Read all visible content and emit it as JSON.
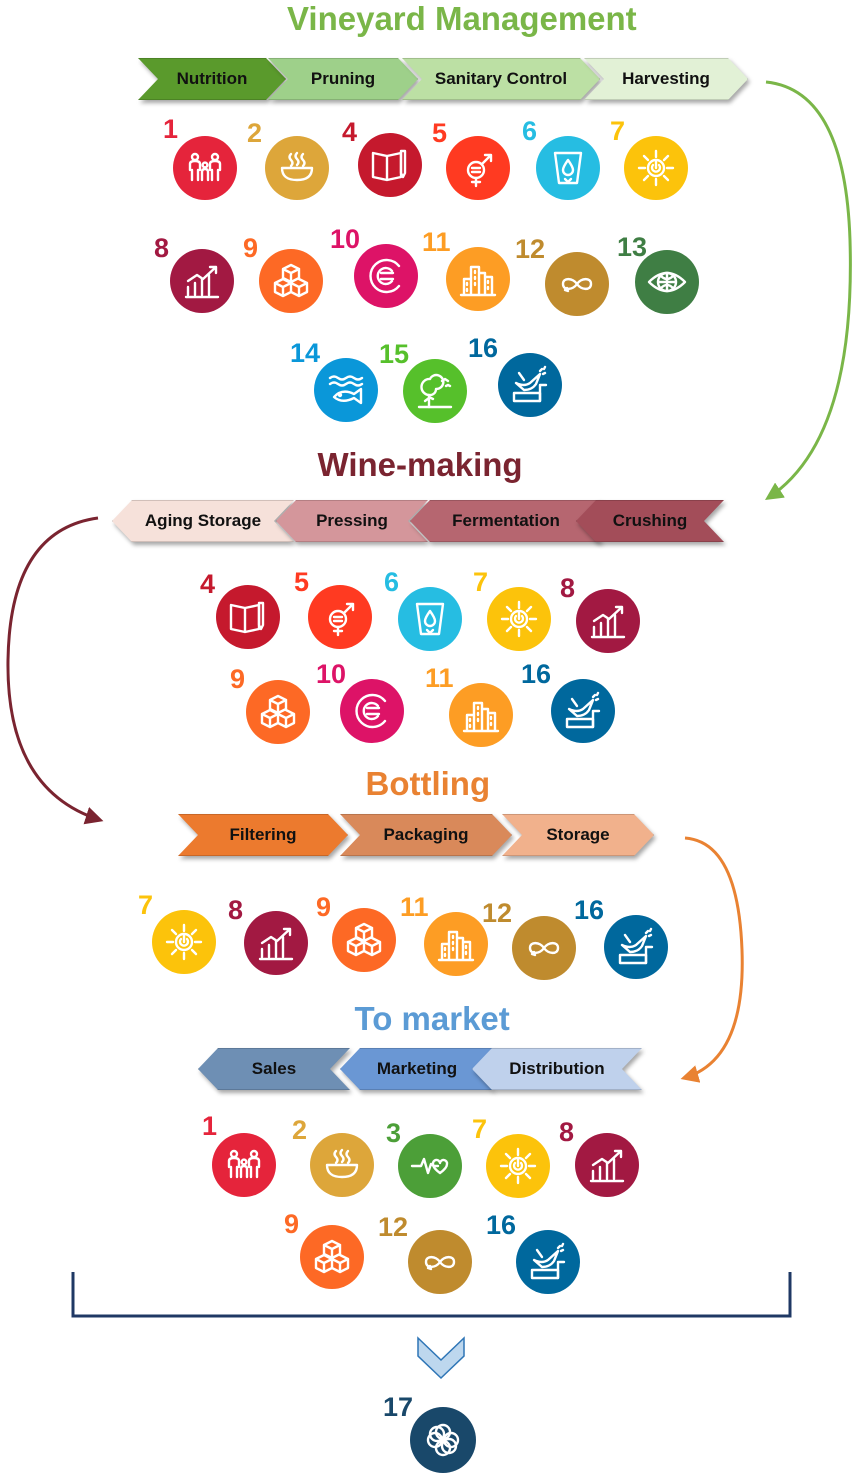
{
  "goal_colors": {
    "1": "#E5243B",
    "2": "#DDA63A",
    "3": "#4C9F38",
    "4": "#C5192D",
    "5": "#FF3A21",
    "6": "#26BDE2",
    "7": "#FCC30B",
    "8": "#A21942",
    "9": "#FD6925",
    "10": "#DD1367",
    "11": "#FD9D24",
    "12": "#BF8B2E",
    "13": "#3F7E44",
    "14": "#0A97D9",
    "15": "#56C02B",
    "16": "#00689D",
    "17": "#19486A"
  },
  "goal_icons": {
    "1": "family-icon",
    "2": "bowl-icon",
    "3": "heartbeat-icon",
    "4": "book-icon",
    "5": "gender-equality-icon",
    "6": "water-glass-icon",
    "7": "sun-power-icon",
    "8": "growth-chart-icon",
    "9": "cubes-icon",
    "10": "equality-icon",
    "11": "city-buildings-icon",
    "12": "infinity-icon",
    "13": "eye-globe-icon",
    "14": "fish-icon",
    "15": "tree-icon",
    "16": "dove-icon",
    "17": "flower-rings-icon"
  },
  "sections": [
    {
      "title": "Vineyard Management",
      "title_color": "#7AB648",
      "direction": "right",
      "steps": [
        {
          "label": "Nutrition",
          "color": "#5A9A2C"
        },
        {
          "label": "Pruning",
          "color": "#9ED08A"
        },
        {
          "label": "Sanitary Control",
          "color": "#BCE0A4"
        },
        {
          "label": "Harvesting",
          "color": "#E2F1D6"
        }
      ],
      "goal_rows": [
        [
          "1",
          "2",
          "4",
          "5",
          "6",
          "7"
        ],
        [
          "8",
          "9",
          "10",
          "11",
          "12",
          "13"
        ],
        [
          "14",
          "15",
          "16"
        ]
      ]
    },
    {
      "title": "Wine-making",
      "title_color": "#7A2430",
      "direction": "left",
      "steps": [
        {
          "label": "Aging Storage",
          "color": "#F6E1DA"
        },
        {
          "label": "Pressing",
          "color": "#D4969B"
        },
        {
          "label": "Fermentation",
          "color": "#B66670"
        },
        {
          "label": "Crushing",
          "color": "#A34D59"
        }
      ],
      "goal_rows": [
        [
          "4",
          "5",
          "6",
          "7",
          "8"
        ],
        [
          "9",
          "10",
          "11",
          "16"
        ]
      ]
    },
    {
      "title": "Bottling",
      "title_color": "#E98232",
      "direction": "right",
      "steps": [
        {
          "label": "Filtering",
          "color": "#EC7A2E"
        },
        {
          "label": "Packaging",
          "color": "#D9895A"
        },
        {
          "label": "Storage",
          "color": "#F1B18C"
        }
      ],
      "goal_rows": [
        [
          "7",
          "8",
          "9",
          "11",
          "12",
          "16"
        ]
      ]
    },
    {
      "title": "To market",
      "title_color": "#5B9BD5",
      "direction": "left",
      "steps": [
        {
          "label": "Sales",
          "color": "#6E8FB4"
        },
        {
          "label": "Marketing",
          "color": "#6A97D4"
        },
        {
          "label": "Distribution",
          "color": "#BFD1EC"
        }
      ],
      "goal_rows": [
        [
          "1",
          "2",
          "3",
          "7",
          "8"
        ],
        [
          "9",
          "12",
          "16"
        ]
      ]
    }
  ],
  "final_goal": "17",
  "connector_colors": [
    "#7AB648",
    "#7A2430",
    "#E98232",
    "#5B9BD5"
  ],
  "bracket_color": "#1F3864",
  "down_arrow_color": "#BDD7EE"
}
